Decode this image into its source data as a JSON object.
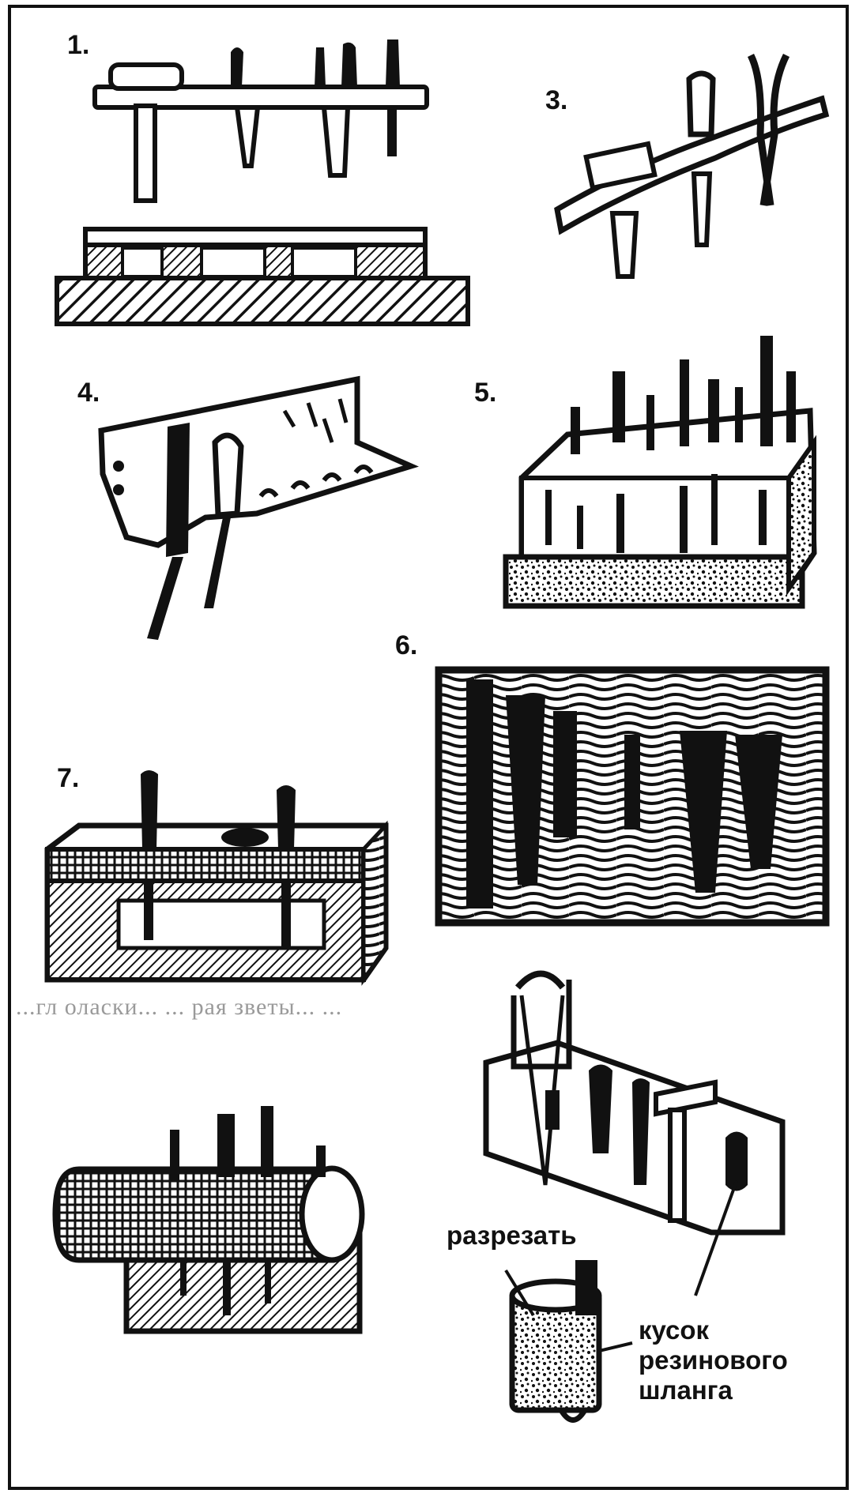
{
  "figures": {
    "n1": "1.",
    "n3": "3.",
    "n4": "4.",
    "n5": "5.",
    "n6": "6.",
    "n7": "7."
  },
  "labels": {
    "cut": "разрезать",
    "hose_line1": "кусок",
    "hose_line2": "резинового",
    "hose_line3": "шланга"
  },
  "bleed_text": "...гл оласки... ... рая зветы... ...",
  "colors": {
    "ink": "#111111",
    "paper": "#ffffff"
  }
}
